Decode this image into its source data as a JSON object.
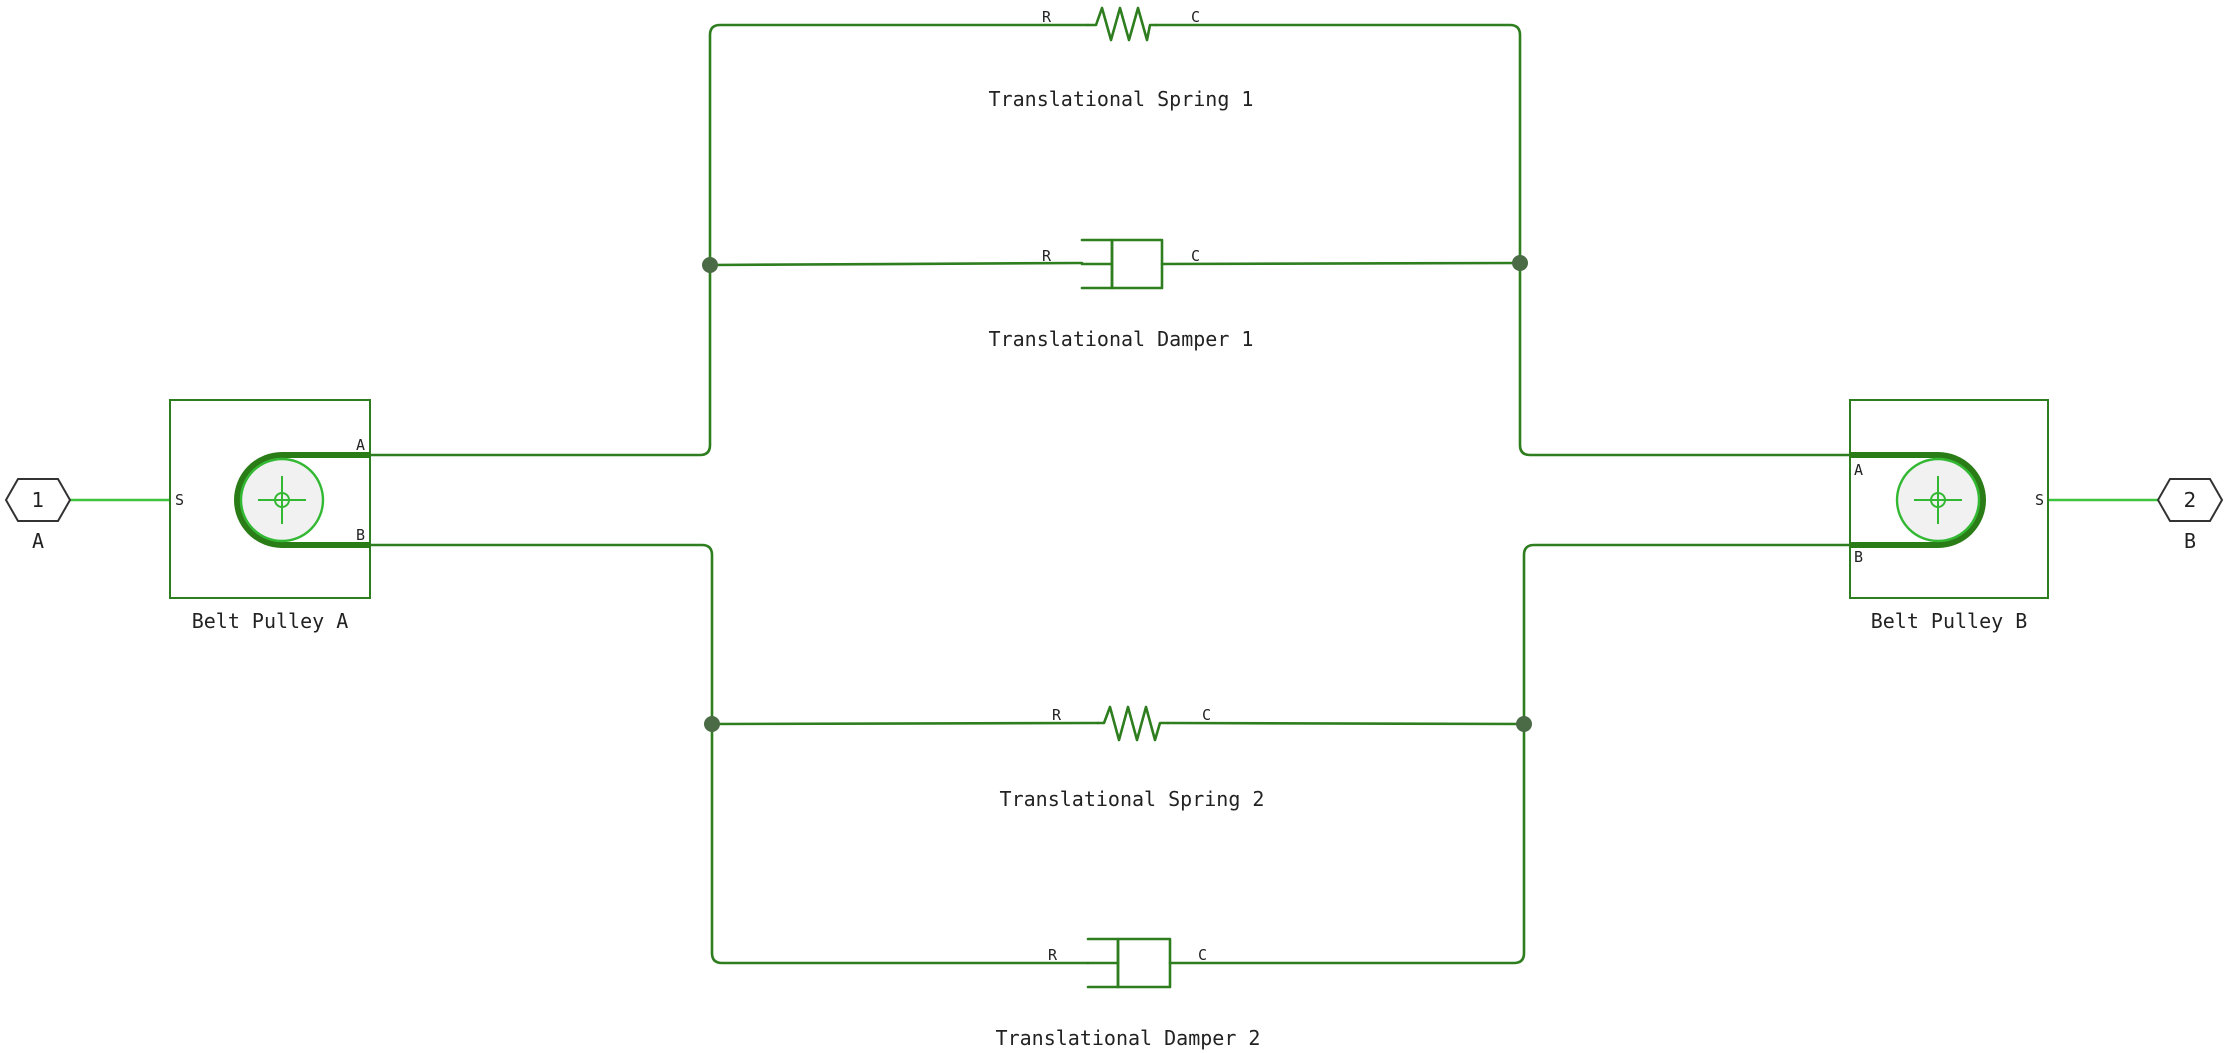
{
  "diagram": {
    "ports": {
      "port_a": {
        "number": "1",
        "label": "A"
      },
      "port_b": {
        "number": "2",
        "label": "B"
      }
    },
    "blocks": {
      "pulley_a": {
        "label": "Belt Pulley A",
        "port_s": "S",
        "port_a": "A",
        "port_b": "B"
      },
      "pulley_b": {
        "label": "Belt Pulley B",
        "port_s": "S",
        "port_a": "A",
        "port_b": "B"
      },
      "spring_1": {
        "label": "Translational Spring 1",
        "port_r": "R",
        "port_c": "C"
      },
      "damper_1": {
        "label": "Translational Damper 1",
        "port_r": "R",
        "port_c": "C"
      },
      "spring_2": {
        "label": "Translational Spring 2",
        "port_r": "R",
        "port_c": "C"
      },
      "damper_2": {
        "label": "Translational Damper 2",
        "port_r": "R",
        "port_c": "C"
      }
    },
    "colors": {
      "wire": "#2e7d1f",
      "signal_wire": "#3cc43c",
      "junction": "#4a6b46"
    }
  }
}
